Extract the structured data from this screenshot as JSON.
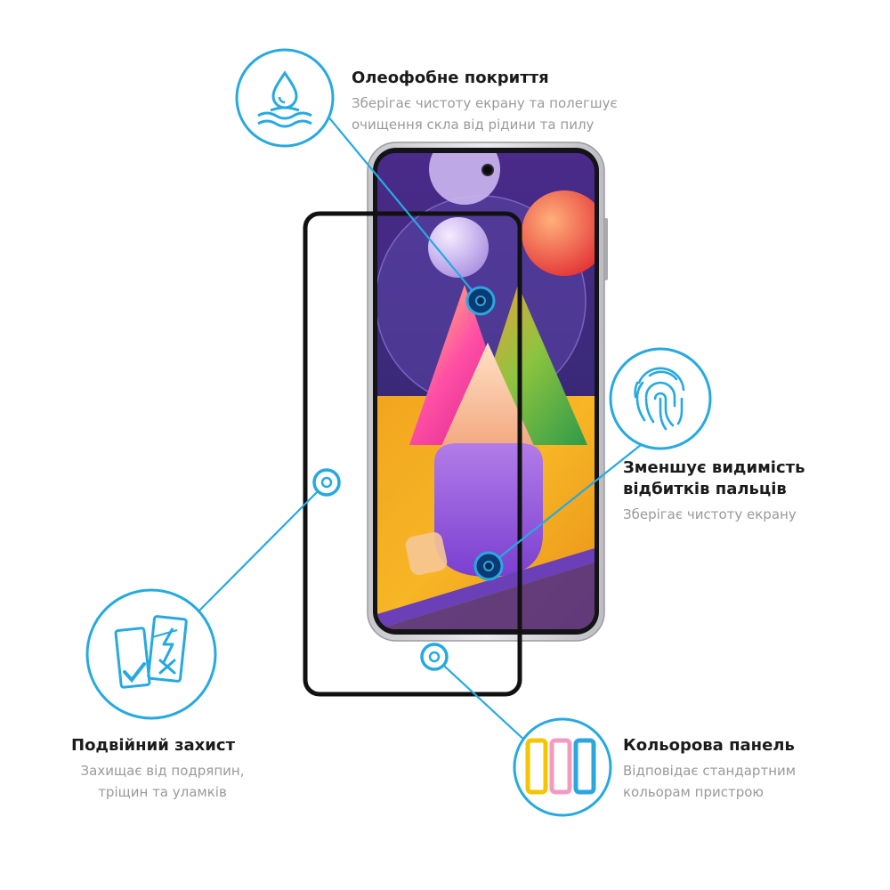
{
  "features": {
    "oleophobic": {
      "icon": "water-drop-icon",
      "title": "Олеофобне покриття",
      "desc_line1": "Зберігає чистоту екрану та полегшує",
      "desc_line2": "очищення скла від рідини та пилу"
    },
    "fingerprint": {
      "icon": "fingerprint-icon",
      "title_line1": "Зменшує видимість",
      "title_line2": "відбитків пальців",
      "desc": "Зберігає чистоту екрану"
    },
    "double_protection": {
      "icon": "double-protection-icon",
      "title": "Подвійний захист",
      "desc_line1": "Захищає від подряпин,",
      "desc_line2": "тріщин та уламків"
    },
    "color_panel": {
      "icon": "color-panel-icon",
      "title": "Кольорова панель",
      "desc_line1": "Відповідає стандартним",
      "desc_line2": "кольорам пристрою"
    }
  },
  "colors": {
    "accent_blue": "#26a9e0",
    "title_text": "#1b1b1b",
    "desc_text": "#9a9a9a",
    "glass_frame": "#111111",
    "panel_yellow": "#f6c500",
    "panel_pink": "#f39ac0",
    "panel_blue": "#2aa7df"
  }
}
